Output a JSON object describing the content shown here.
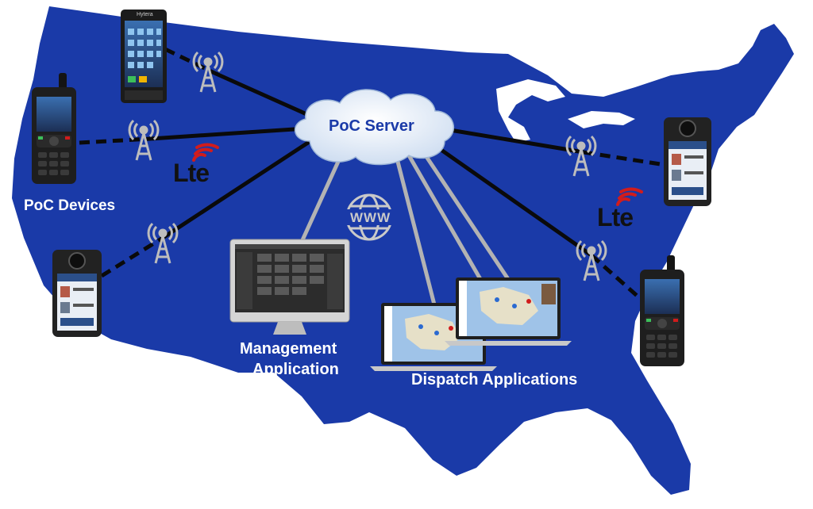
{
  "diagram": {
    "server_label": "PoC Server",
    "devices_label": "PoC Devices",
    "management_label_line1": "Management",
    "management_label_line2": "Application",
    "dispatch_label": "Dispatch Applications",
    "lte_label": "Lte",
    "www_label": "WWW",
    "device_brand": "Hytera"
  },
  "colors": {
    "map_fill": "#1a3aa8",
    "cloud_fill": "#dbe7f6",
    "server_text": "#1a3aa8",
    "solid_link": "#0a0a0a",
    "internet_link": "#b3b3b3",
    "tower": "#b8b8b8",
    "lte_arc": "#d11c1c"
  },
  "icons": [
    "cloud-icon",
    "radio-tower-icon",
    "globe-icon",
    "handheld-radio-icon",
    "smartphone-radio-icon",
    "bodycam-radio-icon",
    "monitor-icon",
    "laptop-icon",
    "lte-signal-icon"
  ]
}
